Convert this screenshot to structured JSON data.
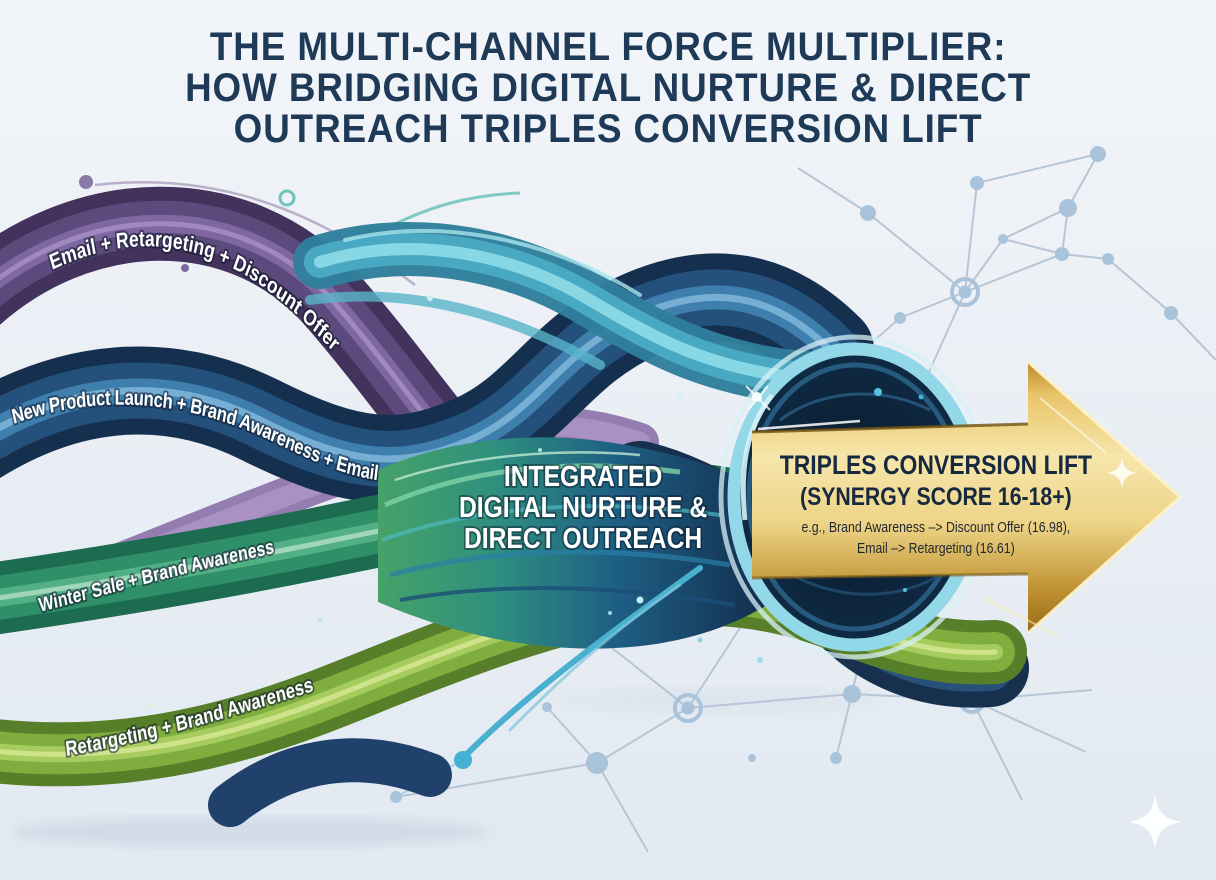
{
  "title": {
    "line1": "THE MULTI-CHANNEL FORCE MULTIPLIER:",
    "line2": "HOW BRIDGING DIGITAL NURTURE & DIRECT",
    "line3": "OUTREACH TRIPLES CONVERSION LIFT"
  },
  "ribbons": [
    {
      "name": "purple-stream",
      "label": "Email + Retargeting + Discount Offer",
      "color": "#5d4a7d"
    },
    {
      "name": "blue-stream",
      "label": "New Product Launch + Brand Awareness + Email",
      "color": "#24507c"
    },
    {
      "name": "green-stream",
      "label": "Winter Sale + Brand Awareness",
      "color": "#2f8f68"
    },
    {
      "name": "lime-stream",
      "label": "Retargeting + Brand Awareness",
      "color": "#7fae3f"
    }
  ],
  "stream": {
    "line1": "INTEGRATED",
    "line2": "DIGITAL NURTURE &",
    "line3": "DIRECT OUTREACH"
  },
  "arrow": {
    "heading": "TRIPLES CONVERSION LIFT",
    "subheading": "(SYNERGY SCORE 16-18+)",
    "example_line1": "e.g., Brand Awareness –> Discount Offer (16.98),",
    "example_line2": "Email –> Retargeting (16.61)",
    "gold": "#d9b35a"
  },
  "colors": {
    "background": "#e9eef4",
    "title_text": "#1e3a57",
    "label_text": "#ffffff",
    "arrow_text": "#16293f",
    "network": "#a9c3da",
    "ring_cyan": "#93d8e8",
    "ring_core": "#0c2136"
  }
}
